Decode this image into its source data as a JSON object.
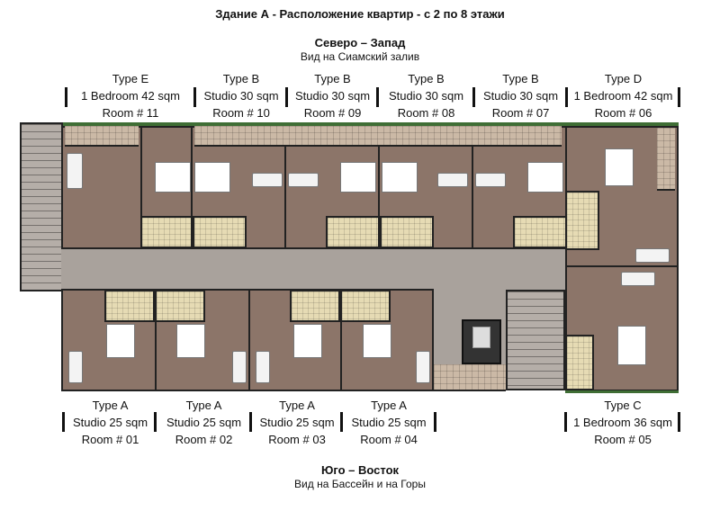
{
  "title": "Здание А - Расположение квартир - с 2 по 8 этажи",
  "north": {
    "heading": "Северо – Запад",
    "view": "Вид на Сиамский залив"
  },
  "south": {
    "heading": "Юго – Восток",
    "view": "Вид на Бассейн и на Горы"
  },
  "top_units": [
    {
      "type": "Type E",
      "size": "1 Bedroom  42 sqm",
      "room": "Room # 11"
    },
    {
      "type": "Type B",
      "size": "Studio 30 sqm",
      "room": "Room # 10"
    },
    {
      "type": "Type B",
      "size": "Studio 30 sqm",
      "room": "Room # 09"
    },
    {
      "type": "Type B",
      "size": "Studio 30 sqm",
      "room": "Room # 08"
    },
    {
      "type": "Type B",
      "size": "Studio 30 sqm",
      "room": "Room # 07"
    },
    {
      "type": "Type D",
      "size": "1 Bedroom  42 sqm",
      "room": "Room # 06"
    }
  ],
  "bottom_units": [
    {
      "type": "Type A",
      "size": "Studio 25 sqm",
      "room": "Room # 01"
    },
    {
      "type": "Type A",
      "size": "Studio 25 sqm",
      "room": "Room # 02"
    },
    {
      "type": "Type A",
      "size": "Studio 25 sqm",
      "room": "Room # 03"
    },
    {
      "type": "Type A",
      "size": "Studio 25 sqm",
      "room": "Room # 04"
    },
    {
      "type": "Type C",
      "size": "1 Bedroom 36 sqm",
      "room": "Room # 05"
    }
  ]
}
